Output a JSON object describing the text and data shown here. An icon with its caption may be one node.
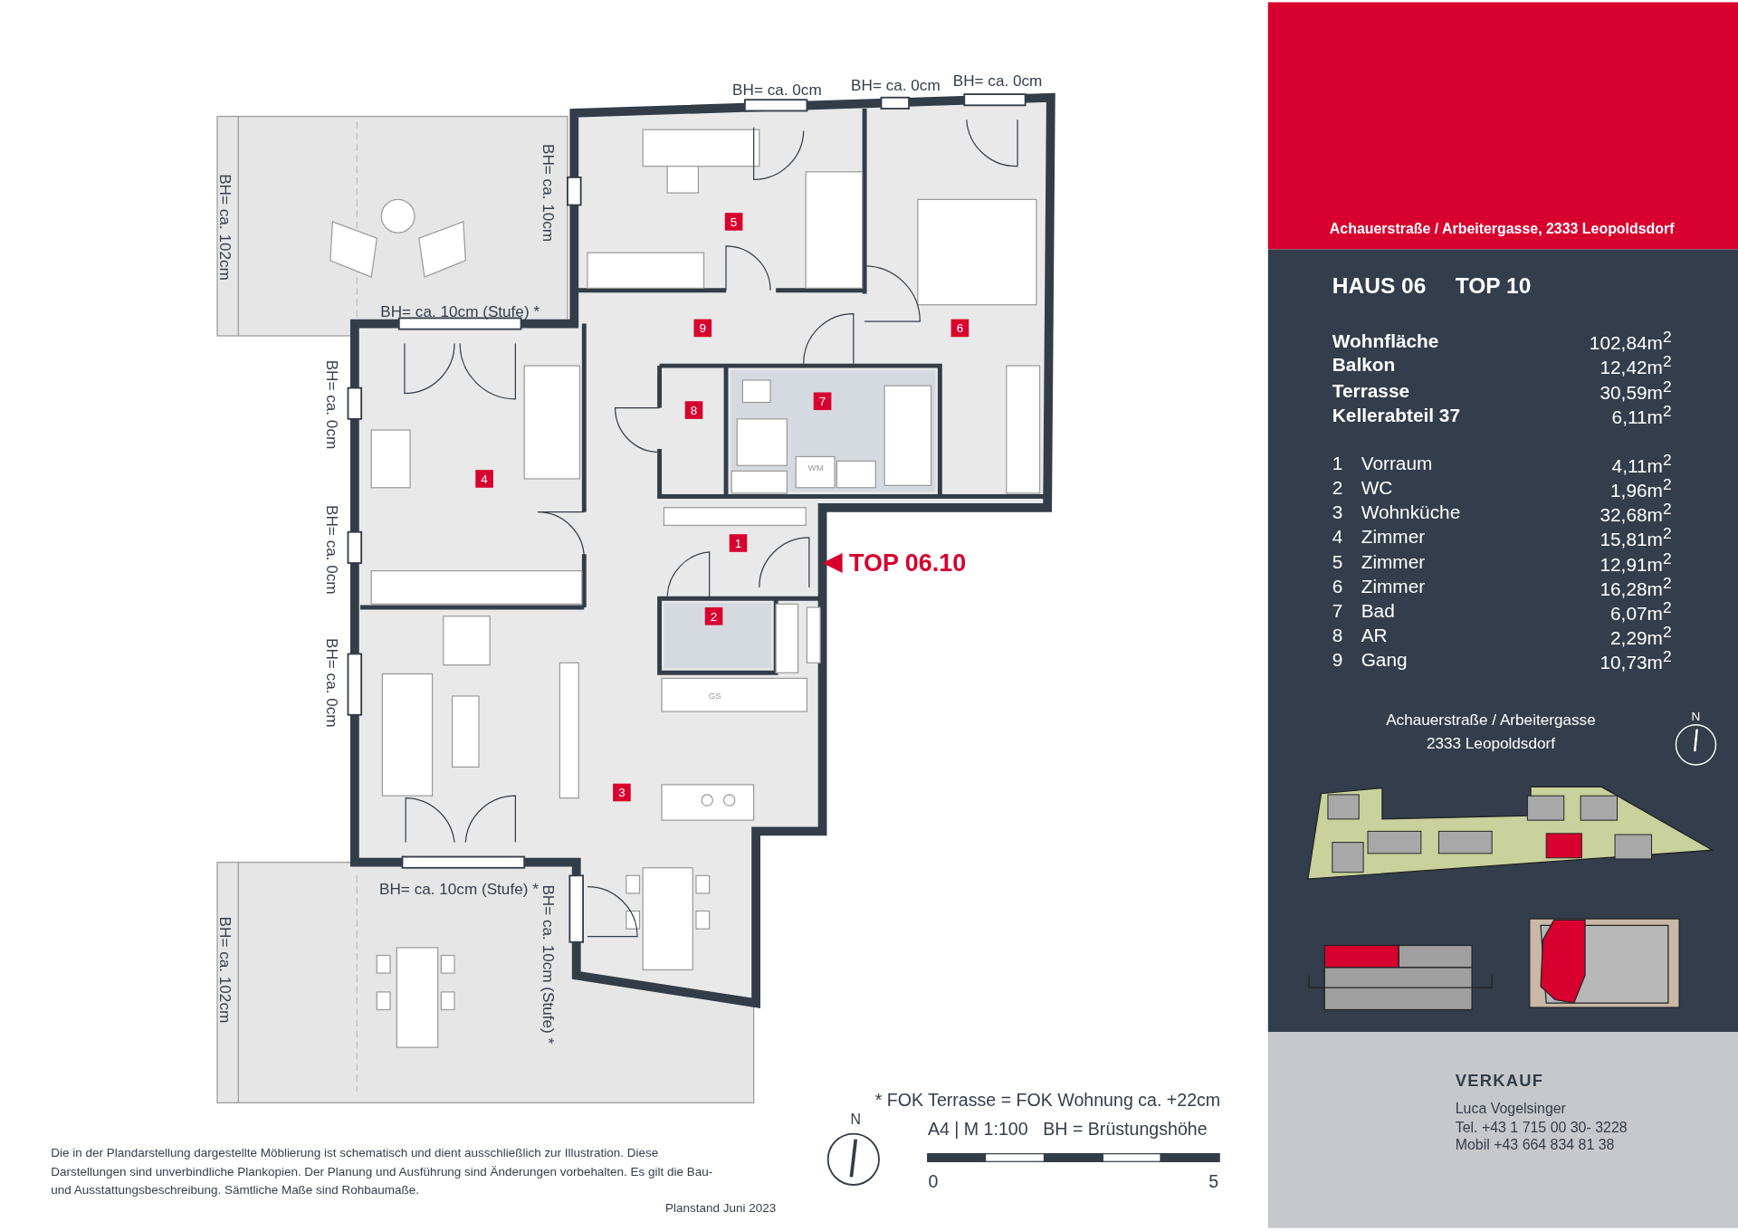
{
  "diagram": {
    "labels": [
      "BH= ca. 0cm",
      "BH= ca. 0cm",
      "BH= ca. 0cm",
      "BH= ca. 102cm",
      "BH= ca. 10cm",
      "5",
      "BH= ca. 10cm (Stufe) *",
      "9",
      "6",
      "BH= ca. 0cm",
      "8",
      "7",
      "WM",
      "4",
      "BH= ca. 0cm",
      "1",
      "TOP 06.10",
      "2",
      "BH= ca. 0cm",
      "GS",
      "3",
      "BH= ca. 10cm (Stufe) *",
      "BH= ca. 10cm (Stufe) *",
      "BH= ca. 102cm",
      "* FOK Terrasse = FOK Wohnung ca. +22cm",
      "A4 | M 1:100",
      "BH = Brüstungshöhe",
      "N",
      "Die in der Plandarstellung dargestellte Möblierung ist schematisch und dient ausschließlich zur Illustration. Diese Darstellungen sind unverbindliche Plankopien. Der Planung und Ausführung sind Änderungen vorbehalten. Es gilt die Bau- und Ausstattungsbeschreibung. Sämtliche Maße sind Rohbaumaße.",
      "Planstand Juni 2023",
      "0",
      "5",
      "Achauerstraße / Arbeitergasse, 2333 Leopoldsdorf",
      "HAUS 06",
      "TOP 10",
      "Wohnfläche",
      "102,84m$^{2}$",
      "Balkon",
      "12,42m$^{2}$",
      "Terrasse",
      "30,59m$^{2}$",
      "Kellerabteil 37",
      "6,11m$^{2}$",
      "1",
      "Vorraum",
      "4,11m$^{2}$",
      "2",
      "WC",
      "1,96m$^{2}$",
      "3",
      "Wohnküche",
      "32,68m$^{2}$",
      "4",
      "Zimmer",
      "15,81m$^{2}$",
      "5",
      "Zimmer",
      "12,91m$^{2}$",
      "6",
      "Zimmer",
      "16,28m$^{2}$",
      "7",
      "Bad",
      "6,07m$^{2}$",
      "8",
      "AR",
      "2,29m$^{2}$",
      "9",
      "Gang",
      "10,73m$^{2}$",
      "Achauerstraße / Arbeitergasse 2333 Leopoldsdorf",
      "N",
      "VERKAUF",
      "Luca Vogelsinger",
      "Tel. +43 1 715 00 30- 3228",
      "Mobil +43 664 834 81 38"
    ]
  }
}
